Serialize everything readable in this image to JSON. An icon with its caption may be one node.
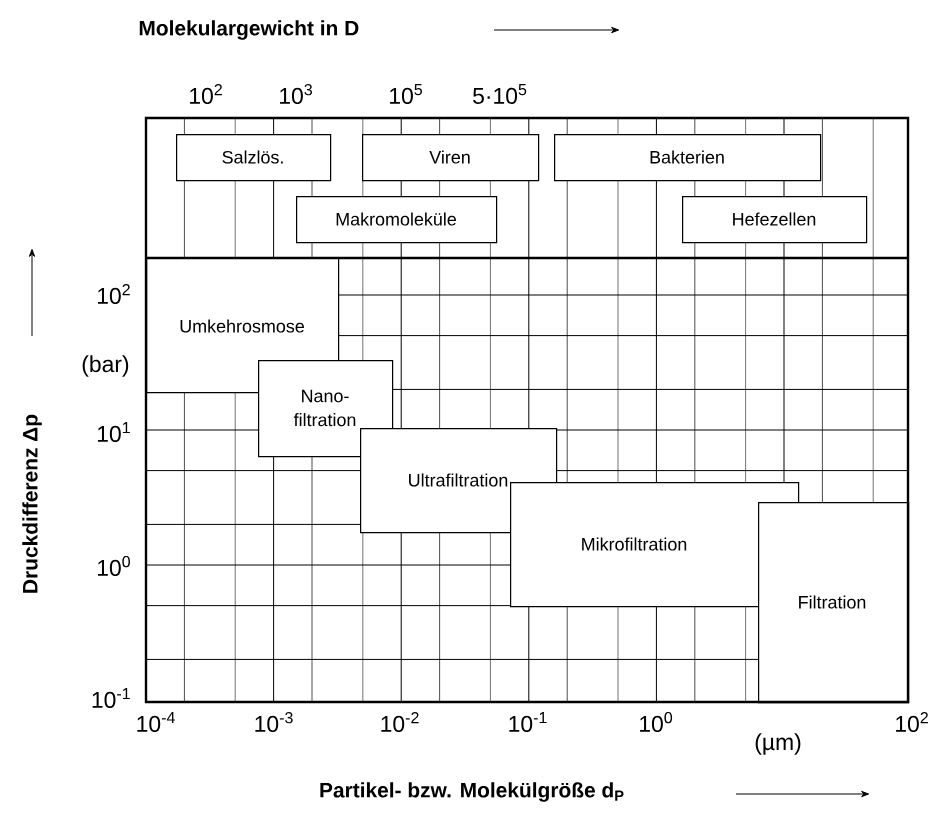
{
  "diagram": {
    "nodes": [
      {
        "text": [
          "Salzlös."
        ]
      },
      {
        "text": [
          "Viren"
        ]
      },
      {
        "text": [
          "Bakterien"
        ]
      },
      {
        "text": [
          "Makromoleküle"
        ]
      },
      {
        "text": [
          "Hefezellen"
        ]
      },
      {
        "text": [
          "Umkehrosmose"
        ]
      },
      {
        "text": [
          "Nano- filtration"
        ]
      },
      {
        "text": [
          "Ultrafiltration"
        ]
      },
      {
        "text": [
          "Mikrofiltration"
        ]
      },
      {
        "text": [
          "Filtration"
        ]
      }
    ],
    "labels": [
      "Molekulargewicht in D",
      "10$^{2}$",
      "10$^{3}$",
      "10$^{5}$",
      "5·10$^{5}$",
      "10$^{2}$",
      "(bar)",
      "Druckdifferenz  Δp",
      "10$^{1}$",
      "10$^{0}$",
      "10$^{-1}$",
      "10$^{-4}$",
      "10$^{-3}$",
      "10$^{-2}$",
      "10$^{-1}$",
      "10$^{0}$",
      "(µm)",
      "10$^{2}$",
      "Partikel- bzw. Molekülgröße  d$_{P}$"
    ]
  }
}
